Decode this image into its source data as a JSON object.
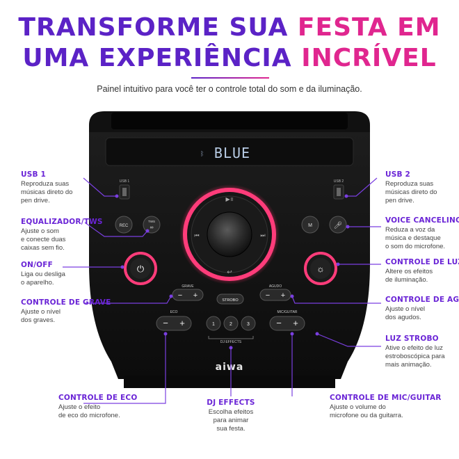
{
  "headline": {
    "line1_a": "TRANSFORME SUA ",
    "line1_b": "FESTA EM",
    "line2_a": "UMA EXPERIÊNCIA ",
    "line2_b": "INCRÍVEL"
  },
  "subtitle": "Painel intuitivo para você ter o controle total do som e da iluminação.",
  "device": {
    "display_text": "BLUE",
    "brand": "aiwa",
    "labels": {
      "usb1": "USB 1",
      "usb2": "USB 2",
      "rec": "REC",
      "tws": "TWS",
      "m": "M",
      "grave": "GRAVE",
      "agudo": "AGUDO",
      "strobo": "STROBO",
      "eco": "ECO",
      "mic_guitar": "MIC/GUITAR",
      "dj_effects": "DJ EFFECTS",
      "dj1": "1",
      "dj2": "2",
      "dj3": "3"
    }
  },
  "callouts": {
    "usb1": {
      "title": "USB 1",
      "desc": [
        "Reproduza suas",
        "músicas direto do",
        "pen drive."
      ]
    },
    "equalizador": {
      "title": "EQUALIZADOR/TWS",
      "desc": [
        "Ajuste o som",
        "e conecte duas",
        "caixas sem fio."
      ]
    },
    "onoff": {
      "title": "ON/OFF",
      "desc": [
        "Liga ou desliga",
        "o aparelho."
      ]
    },
    "grave": {
      "title": "CONTROLE DE GRAVE",
      "desc": [
        "Ajuste o nível",
        "dos graves."
      ]
    },
    "eco": {
      "title": "CONTROLE DE ECO",
      "desc": [
        "Ajuste o efeito",
        "de eco do microfone."
      ]
    },
    "dj": {
      "title": "DJ EFFECTS",
      "desc": [
        "Escolha efeitos",
        "para animar",
        "sua festa."
      ]
    },
    "mic": {
      "title": "CONTROLE DE MIC/GUITAR",
      "desc": [
        "Ajuste o volume do",
        "microfone ou da guitarra."
      ]
    },
    "usb2": {
      "title": "USB 2",
      "desc": [
        "Reproduza suas",
        "músicas direto do",
        "pen drive."
      ]
    },
    "voice": {
      "title": "VOICE CANCELING",
      "desc": [
        "Reduza a voz da",
        "música e destaque",
        "o som do microfone."
      ]
    },
    "luzes": {
      "title": "CONTROLE DE LUZES",
      "desc": [
        "Altere os efeitos",
        "de iluminação."
      ]
    },
    "agudo": {
      "title": "CONTROLE DE AGUDO",
      "desc": [
        "Ajuste o nível",
        "dos agudos."
      ]
    },
    "strobo": {
      "title": "LUZ STROBO",
      "desc": [
        "Ative o efeito de luz",
        "estroboscópica para",
        "mais animação."
      ]
    }
  },
  "colors": {
    "purple": "#5b22c6",
    "magenta": "#e0268f",
    "leader": "#7a3fe0",
    "ring_glow": "#ff3c7a"
  }
}
